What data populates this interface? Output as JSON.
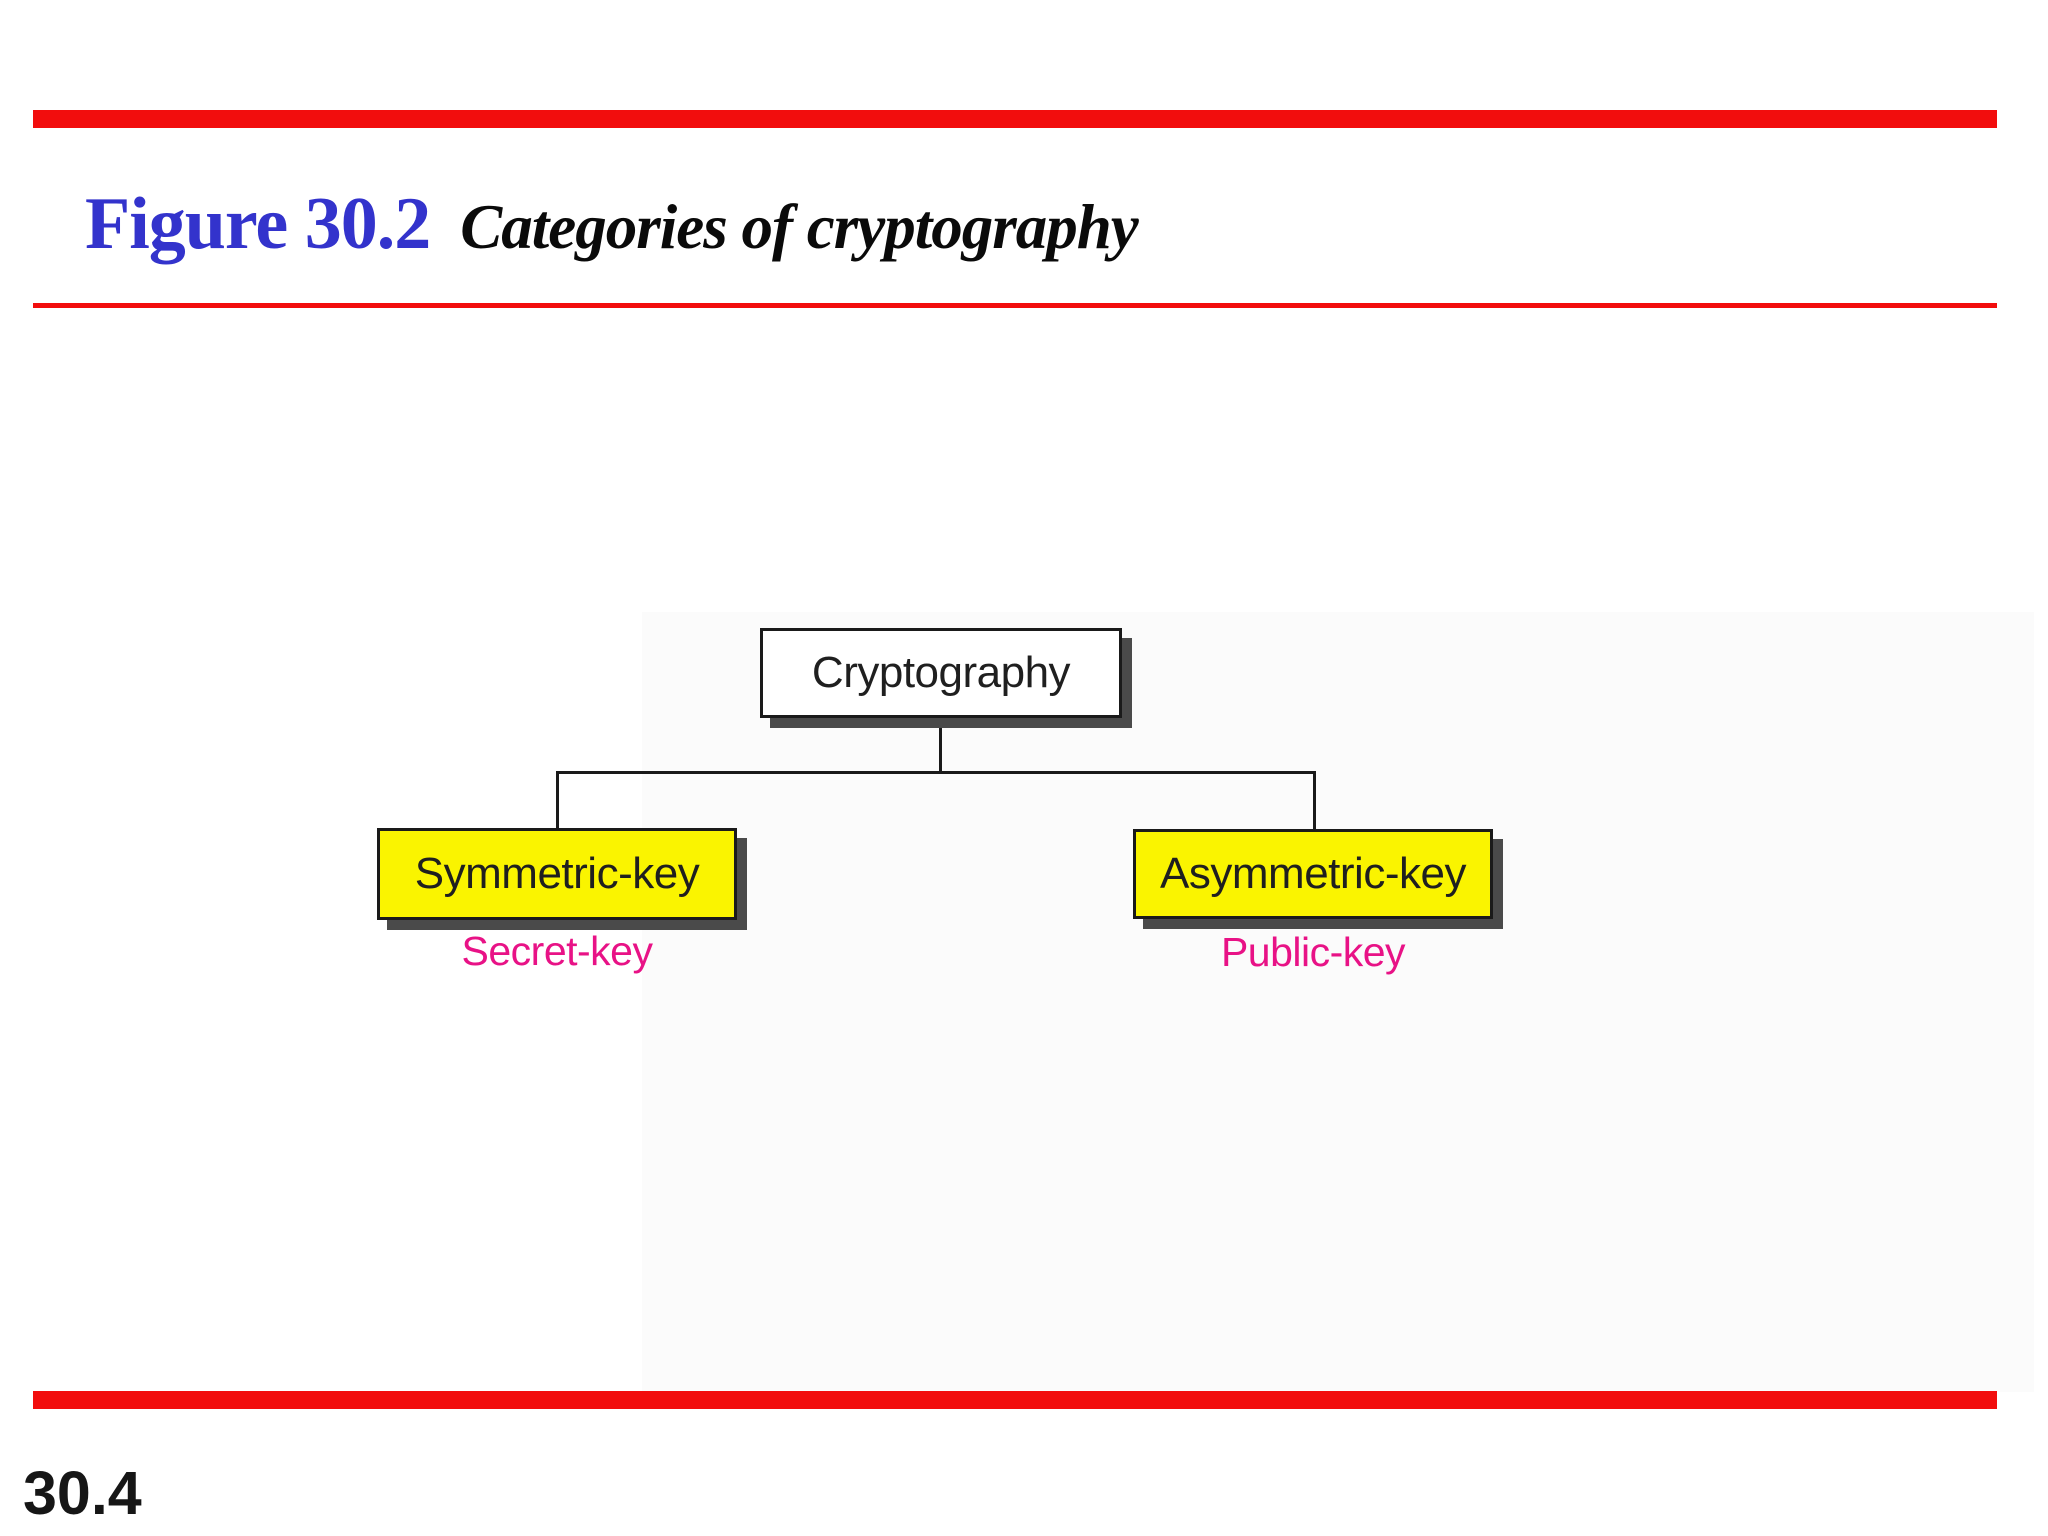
{
  "slide": {
    "title_label": "Figure 30.2",
    "title_text": "Categories of cryptography",
    "page_number": "30.4",
    "colors": {
      "accent_red": "#F20D0D",
      "title_blue": "#3333CC",
      "box_yellow": "#FAF400",
      "label_pink": "#E81286",
      "line_black": "#1A1A1A",
      "shadow_gray": "#4A4A4A"
    }
  },
  "diagram": {
    "root": {
      "label": "Cryptography"
    },
    "children": [
      {
        "label": "Symmetric-key",
        "sublabel": "Secret-key"
      },
      {
        "label": "Asymmetric-key",
        "sublabel": "Public-key"
      }
    ]
  }
}
